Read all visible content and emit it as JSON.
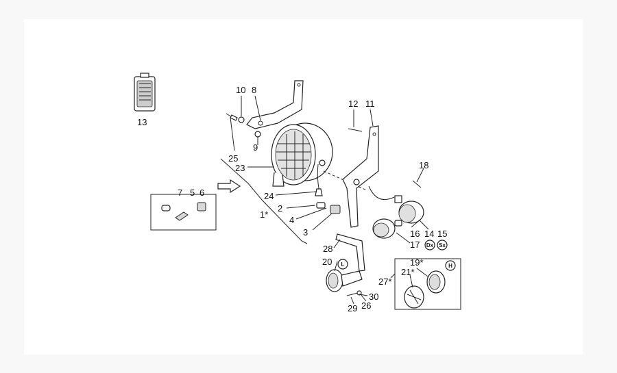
{
  "labels": {
    "l1": "1*",
    "l2": "2",
    "l3": "3",
    "l4": "4",
    "l5": "5",
    "l6": "6",
    "l7": "7",
    "l8": "8",
    "l9": "9",
    "l10": "10",
    "l11": "11",
    "l12": "12",
    "l13": "13",
    "l14": "14",
    "l15": "15",
    "l16": "16",
    "l17": "17",
    "l18": "18",
    "l19": "19*",
    "l20": "20",
    "l21": "21*",
    "l23": "23",
    "l24": "24",
    "l25": "25",
    "l26": "26",
    "l27": "27*",
    "l28": "28",
    "l29": "29",
    "l30": "30"
  },
  "badges": {
    "dx": "Dx",
    "sx": "Sx",
    "left": "L",
    "high": "H"
  }
}
